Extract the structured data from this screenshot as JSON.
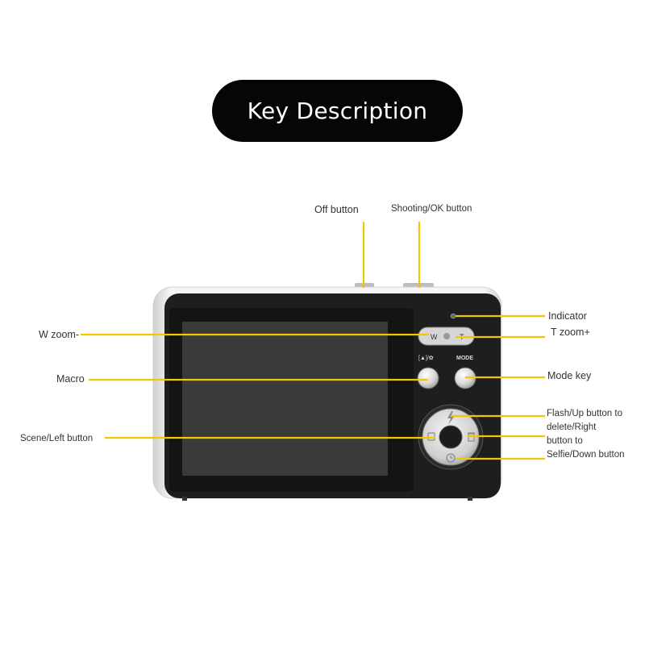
{
  "title": "Key Description",
  "labels": {
    "off_button": "Off button",
    "shooting_ok_button": "Shooting/OK button",
    "indicator": "Indicator",
    "w_zoom": "W zoom-",
    "t_zoom": "T zoom+",
    "macro": "Macro",
    "mode_key": "Mode key",
    "scene_left": "Scene/Left button",
    "flash_up": "Flash/Up button to",
    "delete_right": "delete/Right",
    "button_to": "button to",
    "selfie_down": "Selfie/Down button"
  },
  "camera": {
    "rocker_w": "W",
    "rocker_t": "T",
    "macro_icon_text": "[▲]/✿",
    "mode_text": "MODE"
  },
  "colors": {
    "leader_line": "#f2c600",
    "title_bg": "#060606",
    "camera_body": "#1e1e1e",
    "camera_shell": "#e6e6e6",
    "screen": "#3a3a3a"
  },
  "icons": [
    "flash-icon",
    "selfie-timer-icon",
    "scene-icon",
    "delete-icon"
  ]
}
